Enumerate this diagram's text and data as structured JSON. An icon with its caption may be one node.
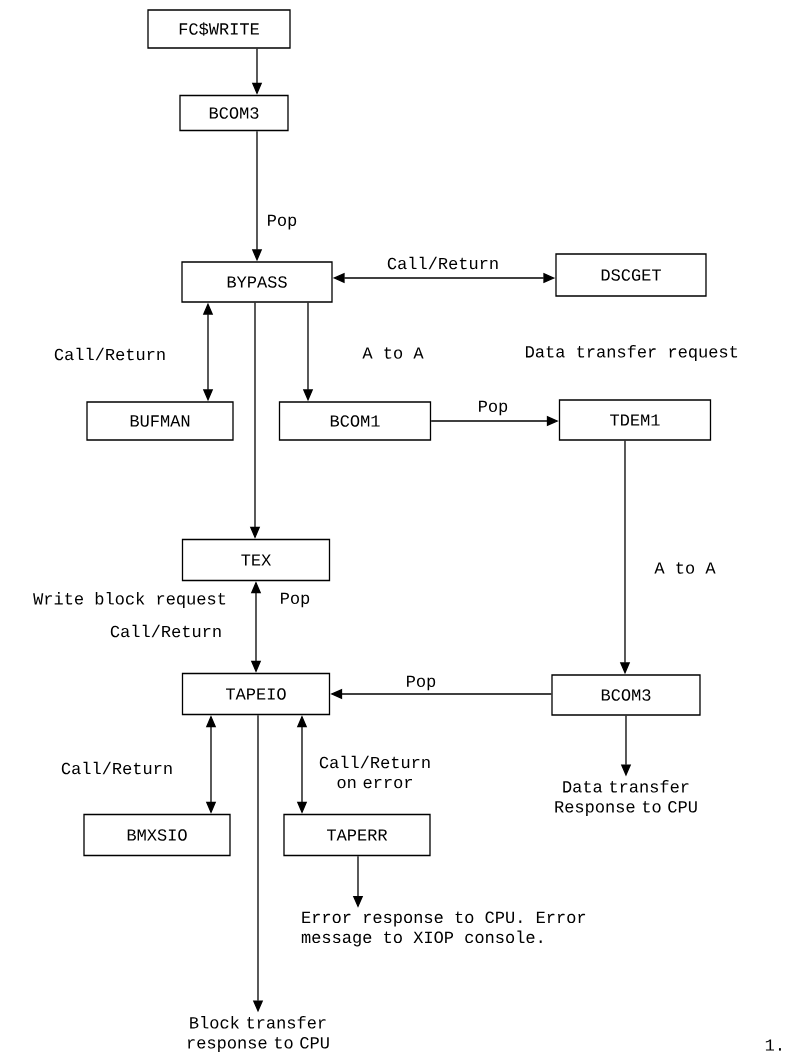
{
  "diagram": {
    "nodes": [
      {
        "text": [
          "FC$WRITE"
        ]
      },
      {
        "text": [
          "BCOM3"
        ]
      },
      {
        "text": [
          "BYPASS"
        ]
      },
      {
        "text": [
          "DSCGET"
        ]
      },
      {
        "text": [
          "BUFMAN"
        ]
      },
      {
        "text": [
          "BCOM1"
        ]
      },
      {
        "text": [
          "TDEM1"
        ]
      },
      {
        "text": [
          "TEX"
        ]
      },
      {
        "text": [
          "TAPEIO"
        ]
      },
      {
        "text": [
          "BCOM3"
        ]
      },
      {
        "text": [
          "BMXSIO"
        ]
      },
      {
        "text": [
          "TAPERR"
        ]
      },
      {
        "text": [
          "Data transfer Response to CPU"
        ]
      },
      {
        "text": [
          "Error response to CPU. Error message to XIOP console."
        ]
      },
      {
        "text": [
          "Block transfer response to CPU"
        ]
      }
    ],
    "edges": [
      {
        "from": 0,
        "to": 1,
        "arrow": "to"
      },
      {
        "from": 1,
        "to": 2,
        "arrow": "to",
        "label": "Pop"
      },
      {
        "from": 2,
        "to": 3,
        "arrow": "both",
        "label": "Call/Return"
      },
      {
        "from": 2,
        "to": 4,
        "arrow": "both",
        "label": "Call/Return"
      },
      {
        "from": 2,
        "to": 5,
        "arrow": "to",
        "label": "A to A"
      },
      {
        "from": 2,
        "to": 7,
        "arrow": "to",
        "label": "Pop"
      },
      {
        "from": 5,
        "to": 6,
        "arrow": "to",
        "label": "Pop"
      },
      {
        "from": 6,
        "to": 9,
        "arrow": "to",
        "label": "A to A"
      },
      {
        "from": 7,
        "to": 8,
        "arrow": "both",
        "label": "Call/Return"
      },
      {
        "from": 9,
        "to": 8,
        "arrow": "to",
        "label": "Pop"
      },
      {
        "from": 8,
        "to": 10,
        "arrow": "both",
        "label": "Call/Return"
      },
      {
        "from": 8,
        "to": 11,
        "arrow": "both",
        "label": "Call/Return on error"
      },
      {
        "from": 9,
        "to": 12,
        "arrow": "to"
      },
      {
        "from": 11,
        "to": 13,
        "arrow": "to"
      },
      {
        "from": 8,
        "to": 14,
        "arrow": "to"
      }
    ],
    "labels": [
      "Data transfer request",
      "Write block request",
      "1."
    ]
  }
}
